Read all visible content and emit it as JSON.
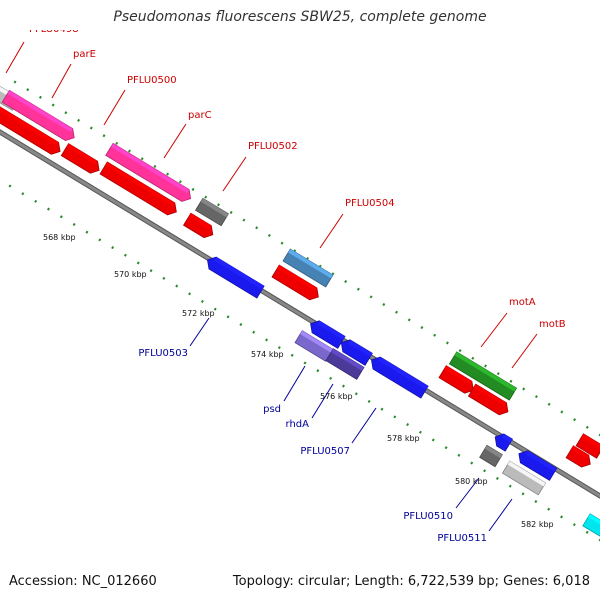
{
  "title": "Pseudomonas fluorescens SBW25, complete genome",
  "footer": {
    "accession": "Accession: NC_012660",
    "summary": "Topology: circular; Length: 6,722,539 bp; Genes: 6,018"
  },
  "colors": {
    "forward_label": "#cc0000",
    "reverse_label": "#000099",
    "backbone": "#888888",
    "tick": "#2a8a2a"
  },
  "genes": [
    {
      "name": "PFLU0498",
      "strand": "forward",
      "color": "#cc0000"
    },
    {
      "name": "parE",
      "strand": "forward",
      "color": "#ff3399"
    },
    {
      "name": "PFLU0500",
      "strand": "forward",
      "color": "#ff3399"
    },
    {
      "name": "parC",
      "strand": "forward",
      "color": "#ff3399"
    },
    {
      "name": "PFLU0502",
      "strand": "forward",
      "color": "#666666"
    },
    {
      "name": "PFLU0503",
      "strand": "reverse",
      "color": "#1a1aee"
    },
    {
      "name": "PFLU0504",
      "strand": "forward",
      "color": "#4682b4"
    },
    {
      "name": "psd",
      "strand": "reverse",
      "color": "#7b68cc"
    },
    {
      "name": "rhdA",
      "strand": "reverse",
      "color": "#4b3a9a"
    },
    {
      "name": "PFLU0507",
      "strand": "reverse",
      "color": "#1a1aee"
    },
    {
      "name": "motA",
      "strand": "forward",
      "color": "#228b22"
    },
    {
      "name": "motB",
      "strand": "forward",
      "color": "#228b22"
    },
    {
      "name": "PFLU0510",
      "strand": "reverse",
      "color": "#666666"
    },
    {
      "name": "PFLU0511",
      "strand": "reverse",
      "color": "#bbbbbb"
    }
  ],
  "kbp_ticks": [
    "568 kbp",
    "570 kbp",
    "572 kbp",
    "574 kbp",
    "576 kbp",
    "578 kbp",
    "580 kbp",
    "582 kbp"
  ]
}
